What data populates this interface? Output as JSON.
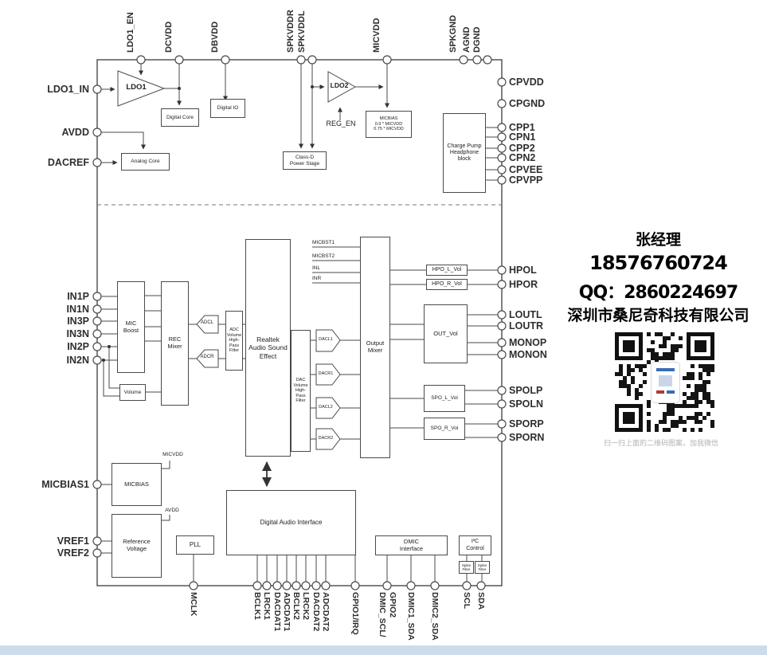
{
  "colors": {
    "line": "#4a4a4a",
    "bottom_bar": "#cddcec"
  },
  "pins": {
    "top": [
      "LDO1_EN",
      "DCVDD",
      "DBVDD",
      "SPKVDDR",
      "SPKVDDL",
      "MICVDD",
      "SPKGND",
      "AGND",
      "DGND"
    ],
    "left": [
      "LDO1_IN",
      "AVDD",
      "DACREF",
      "IN1P",
      "IN1N",
      "IN3P",
      "IN3N",
      "IN2P",
      "IN2N",
      "MICBIAS1",
      "VREF1",
      "VREF2"
    ],
    "right": [
      "CPVDD",
      "CPGND",
      "CPP1",
      "CPN1",
      "CPP2",
      "CPN2",
      "CPVEE",
      "CPVPP",
      "HPOL",
      "HPOR",
      "LOUTL",
      "LOUTR",
      "MONOP",
      "MONON",
      "SPOLP",
      "SPOLN",
      "SPORP",
      "SPORN"
    ],
    "bottom": [
      "MCLK",
      "BCLK1",
      "LRCK1",
      "DACDAT1",
      "ADCDAT1",
      "BCLK2",
      "LRCK2",
      "DACDAT2",
      "ADCDAT2",
      "GPIO1/IRQ",
      "DMIC_SCL/",
      "GPIO2",
      "DMIC1_SDA",
      "DMIC2_SDA",
      "SCL",
      "SDA"
    ]
  },
  "blocks": {
    "ldo1": "LDO1",
    "ldo2": "LDO2",
    "reg_en": "REG_EN",
    "digital_core": "Digital Core",
    "digital_io": "Digital IO",
    "analog_core": "Analog Core",
    "class_d": "Class-D\nPower Stage",
    "micbias_reg": "MICBIAS\n0.9 * MICVDD\n0.75 * MICVDD",
    "charge_pump": "Charge Pump\nHeadphone\nblock",
    "mic_boost": "MIC\nBoost",
    "rec_mixer": "REC\nMixer",
    "volume": "Volume",
    "adcl": "ADCL",
    "adcr": "ADCR",
    "adc_vol": "ADC\nVolume\nHigh-Pass\nFilter",
    "sound_effect": "Realtek\nAudio Sound\nEffect",
    "dac_vol": "DAC\nVolume\nHigh-Pass\nFilter",
    "dacl1": "DACL1",
    "dacr1": "DACR1",
    "dacl2": "DACL2",
    "dacr2": "DACR2",
    "output_mixer": "Output\nMixer",
    "micbst1": "MICBST1",
    "micbst2": "MICBST2",
    "inl": "INL",
    "inr": "INR",
    "hpo_l_vol": "HPO_L_Vol",
    "hpo_r_vol": "HPO_R_Vol",
    "out_vol": "OUT_Vol",
    "spo_l_vol": "SPO_L_Vol",
    "spo_r_vol": "SPO_R_Vol",
    "micbias": "MICBIAS",
    "micvdd_tap": "MICVDD",
    "avdd_tap": "AVDD",
    "ref_voltage": "Reference\nVoltage",
    "pll": "PLL",
    "dai": "Digital Audio Interface",
    "dmic": "DMIC\nInterface",
    "i2c": "I²C\nControl",
    "spike_filter": "Spike\nFilter"
  },
  "contact": {
    "name": "张经理",
    "phone": "18576760724",
    "qq": "QQ：2860224697",
    "company": "深圳市桑尼奇科技有限公司",
    "qr_caption": "扫一扫上面的二维码图案，加我微信"
  }
}
